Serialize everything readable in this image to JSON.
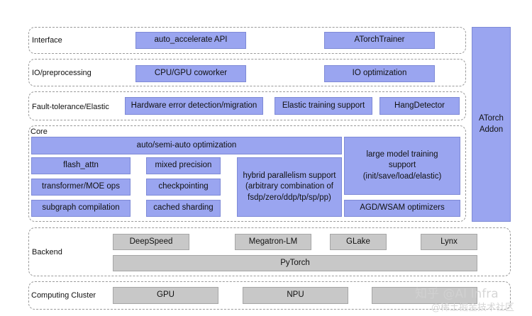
{
  "layers": {
    "interface": "Interface",
    "io": "IO/preprocessing",
    "fault": "Fault-tolerance/Elastic",
    "core": "Core",
    "backend": "Backend",
    "cluster": "Computing Cluster"
  },
  "interface": {
    "api": "auto_accelerate API",
    "trainer": "ATorchTrainer"
  },
  "io": {
    "coworker": "CPU/GPU coworker",
    "optimization": "IO optimization"
  },
  "fault": {
    "hardware": "Hardware error detection/migration",
    "elastic": "Elastic training support",
    "hang": "HangDetector"
  },
  "core": {
    "auto_opt": "auto/semi-auto optimization",
    "flash_attn": "flash_attn",
    "transformer_ops": "transformer/MOE ops",
    "subgraph": "subgraph compilation",
    "mixed_precision": "mixed precision",
    "checkpointing": "checkpointing",
    "cached_sharding": "cached sharding",
    "hybrid": "hybrid parallelism support (arbitrary combination of fsdp/zero/ddp/tp/sp/pp)",
    "large_model": "large model training support (init/save/load/elastic)",
    "agd": "AGD/WSAM optimizers"
  },
  "backend": {
    "deepspeed": "DeepSpeed",
    "megatron": "Megatron-LM",
    "glake": "GLake",
    "lynx": "Lynx",
    "pytorch": "PyTorch"
  },
  "cluster": {
    "gpu": "GPU",
    "npu": "NPU"
  },
  "addon": {
    "line1": "ATorch",
    "line2": "Addon"
  },
  "watermark": {
    "line1": "知乎 @AI Infra",
    "line2": "@稀土掘金技术社区"
  },
  "colors": {
    "blue_box": "#9aa5f0",
    "gray_box": "#c8c8c8",
    "dashed_border": "#9a9a9a"
  }
}
